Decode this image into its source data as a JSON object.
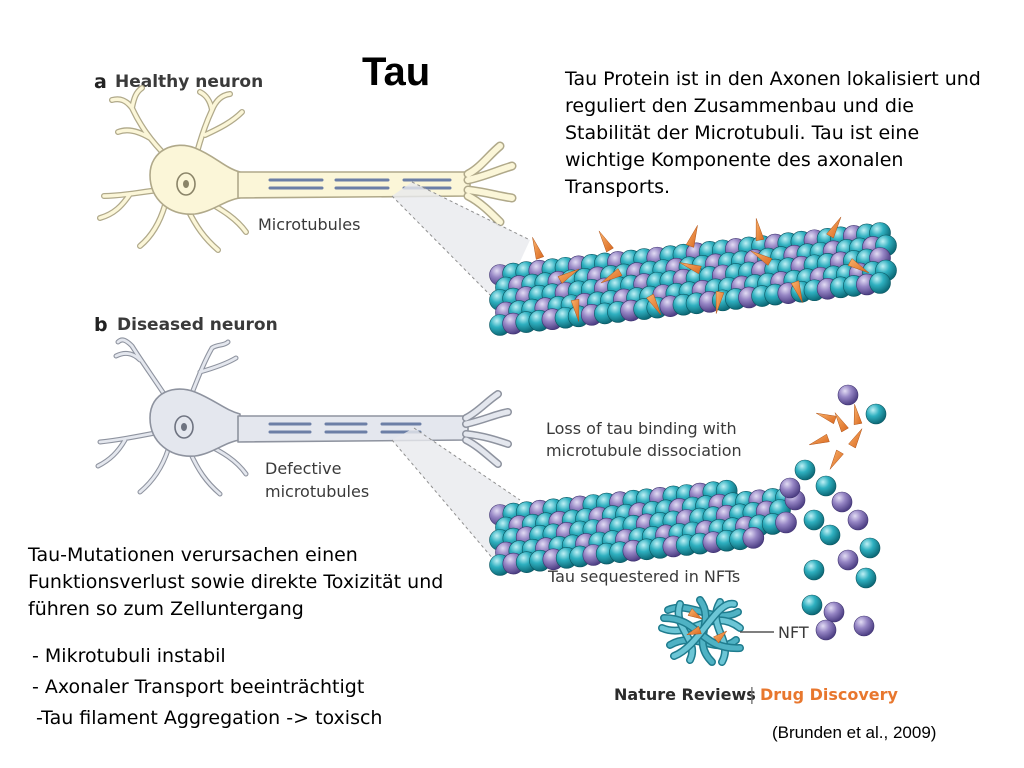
{
  "slide": {
    "title": "Tau",
    "description": "Tau Protein ist in den Axonen lokalisiert und reguliert den Zusammenbau und die Stabilität der Microtubuli. Tau ist eine wichtige Komponente des axonalen Transports.",
    "mutation_text": "Tau-Mutationen verursachen einen Funktionsverlust sowie direkte Toxizität und führen so zum Zelluntergang",
    "bullets": [
      "- Mikrotubuli instabil",
      "- Axonaler Transport beeinträchtigt",
      "-Tau filament Aggregation -> toxisch"
    ],
    "citation": "(Brunden et al., 2009)"
  },
  "figure": {
    "panel_a": {
      "letter": "a",
      "title": "Healthy neuron",
      "label": "Microtubules"
    },
    "panel_b": {
      "letter": "b",
      "title": "Diseased neuron",
      "label_line1": "Defective",
      "label_line2": "microtubules"
    },
    "annotations": {
      "loss_line1": "Loss of tau binding with",
      "loss_line2": "microtubule dissociation",
      "sequestered": "Tau sequestered in NFTs",
      "nft": "NFT"
    },
    "credit": {
      "journal": "Nature Reviews",
      "separator": "|",
      "section": "Drug Discovery"
    }
  },
  "colors": {
    "healthy_cell": "#fbf6d8",
    "diseased_cell": "#e4e7ee",
    "tubulin_teal": "#2aa7b8",
    "tubulin_purple": "#8f7fbf",
    "tau_orange": "#f0883a",
    "credit_orange": "#e8772e"
  }
}
